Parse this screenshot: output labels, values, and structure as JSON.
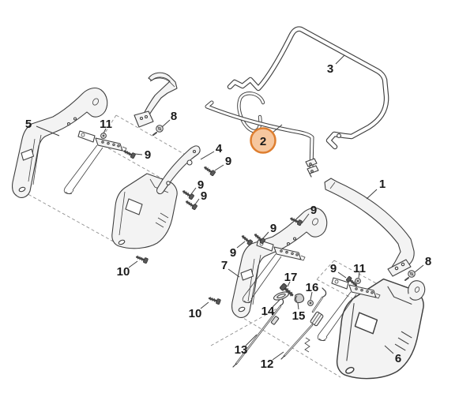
{
  "diagram": {
    "callouts": [
      "5",
      "11",
      "8",
      "9",
      "4",
      "9",
      "9",
      "9",
      "10",
      "3",
      "2",
      "1",
      "9",
      "9",
      "9",
      "7",
      "17",
      "16",
      "9",
      "11",
      "8",
      "14",
      "15",
      "10",
      "13",
      "12",
      "6"
    ],
    "highlight": {
      "label": "2",
      "fill": "#f6c79f",
      "stroke": "#de7e2f"
    },
    "colors": {
      "line": "#3f3f3f",
      "label": "#1a1a1a"
    }
  }
}
